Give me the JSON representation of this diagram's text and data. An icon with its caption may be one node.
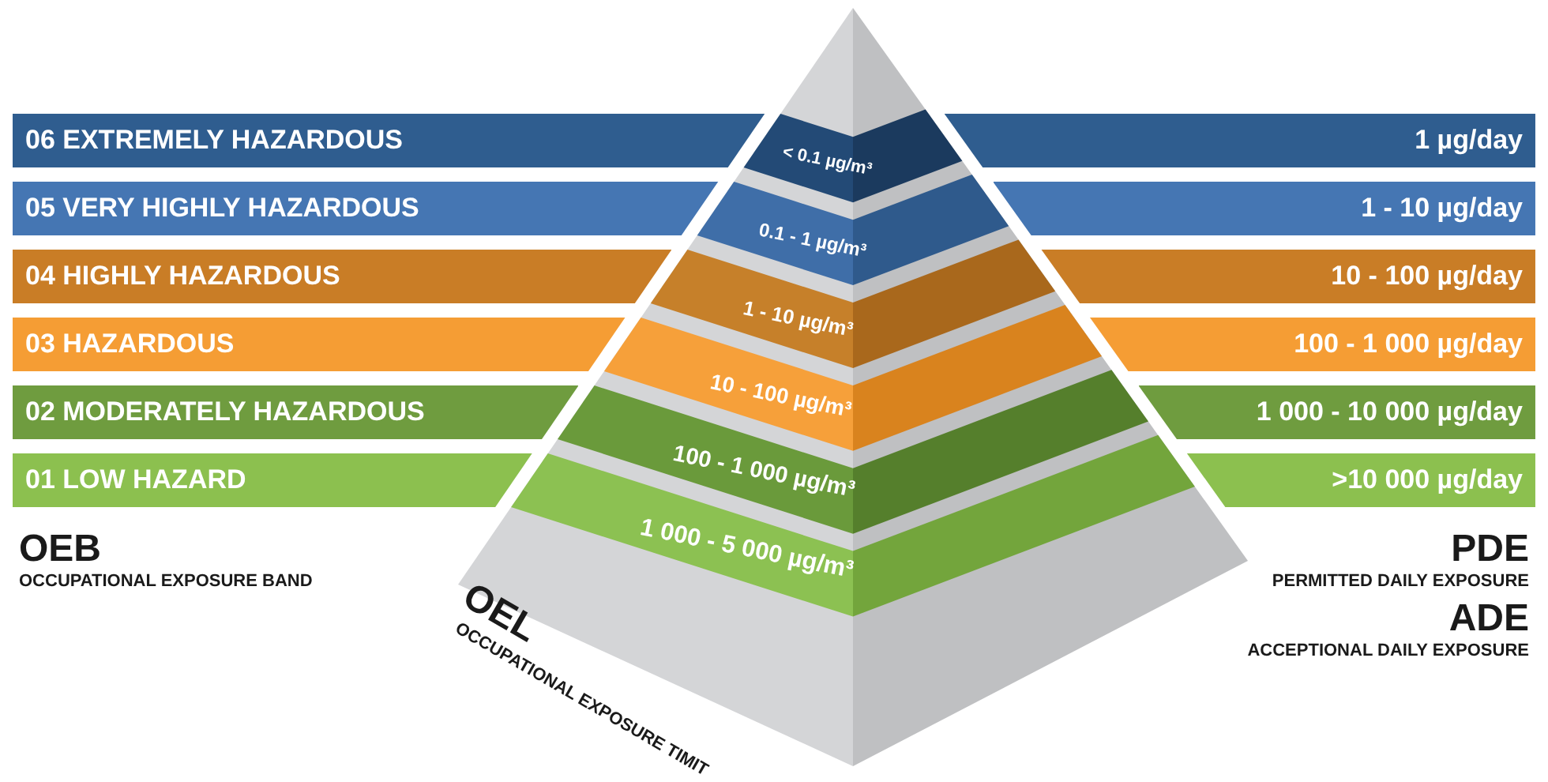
{
  "diagram": {
    "nodes": [
      {
        "text": [
          "06 EXTREMELY HAZARDOUS"
        ]
      },
      {
        "text": [
          "< 0.1 µg/m³"
        ]
      },
      {
        "text": [
          "1 µg/day"
        ]
      },
      {
        "text": [
          "05 VERY HIGHLY HAZARDOUS"
        ]
      },
      {
        "text": [
          "0.1 - 1 µg/m³"
        ]
      },
      {
        "text": [
          "1 - 10 µg/day"
        ]
      },
      {
        "text": [
          "04 HIGHLY HAZARDOUS"
        ]
      },
      {
        "text": [
          "1 - 10 µg/m³"
        ]
      },
      {
        "text": [
          "10 - 100 µg/day"
        ]
      },
      {
        "text": [
          "03 HAZARDOUS"
        ]
      },
      {
        "text": [
          "10 - 100 µg/m³"
        ]
      },
      {
        "text": [
          "100 - 1 000 µg/day"
        ]
      },
      {
        "text": [
          "02 MODERATELY HAZARDOUS"
        ]
      },
      {
        "text": [
          "100 - 1 000 µg/m³"
        ]
      },
      {
        "text": [
          "1 000 - 10 000 µg/day"
        ]
      },
      {
        "text": [
          "01 LOW HAZARD"
        ]
      },
      {
        "text": [
          "1 000 - 5 000 µg/m³"
        ]
      },
      {
        "text": [
          ">10 000 µg/day"
        ]
      }
    ],
    "labels": [
      "OEB",
      "OCCUPATIONAL EXPOSURE BAND",
      "PDE",
      "PERMITTED DAILY EXPOSURE",
      "OEL",
      "OCCUPATIONAL EXPOSURE TIMIT",
      "ADE",
      "ACCEPTIONAL DAILY EXPOSURE"
    ]
  }
}
